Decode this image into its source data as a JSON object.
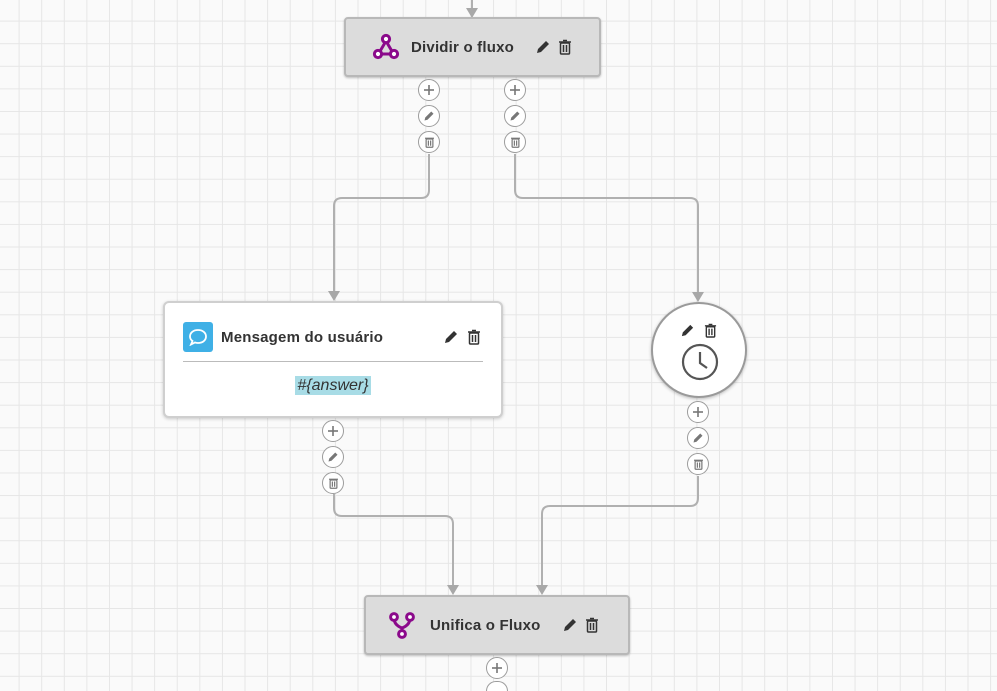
{
  "nodes": {
    "split": {
      "title": "Dividir o fluxo",
      "icon": "split-flow-icon"
    },
    "message": {
      "title": "Mensagem do usuário",
      "body": "#{answer}",
      "icon": "chat-bubble-icon"
    },
    "timer": {
      "icon": "clock-icon"
    },
    "merge": {
      "title": "Unifica o Fluxo",
      "icon": "merge-flow-icon"
    }
  },
  "colors": {
    "accent_purple": "#8b0a8b",
    "chat_blue": "#3fb0e6",
    "highlight": "#a8dce6",
    "connector": "#a6a6a6"
  },
  "node_actions": [
    "pencil-icon",
    "trash-icon"
  ],
  "connector_controls": [
    "plus-icon",
    "pencil-icon",
    "trash-icon"
  ]
}
